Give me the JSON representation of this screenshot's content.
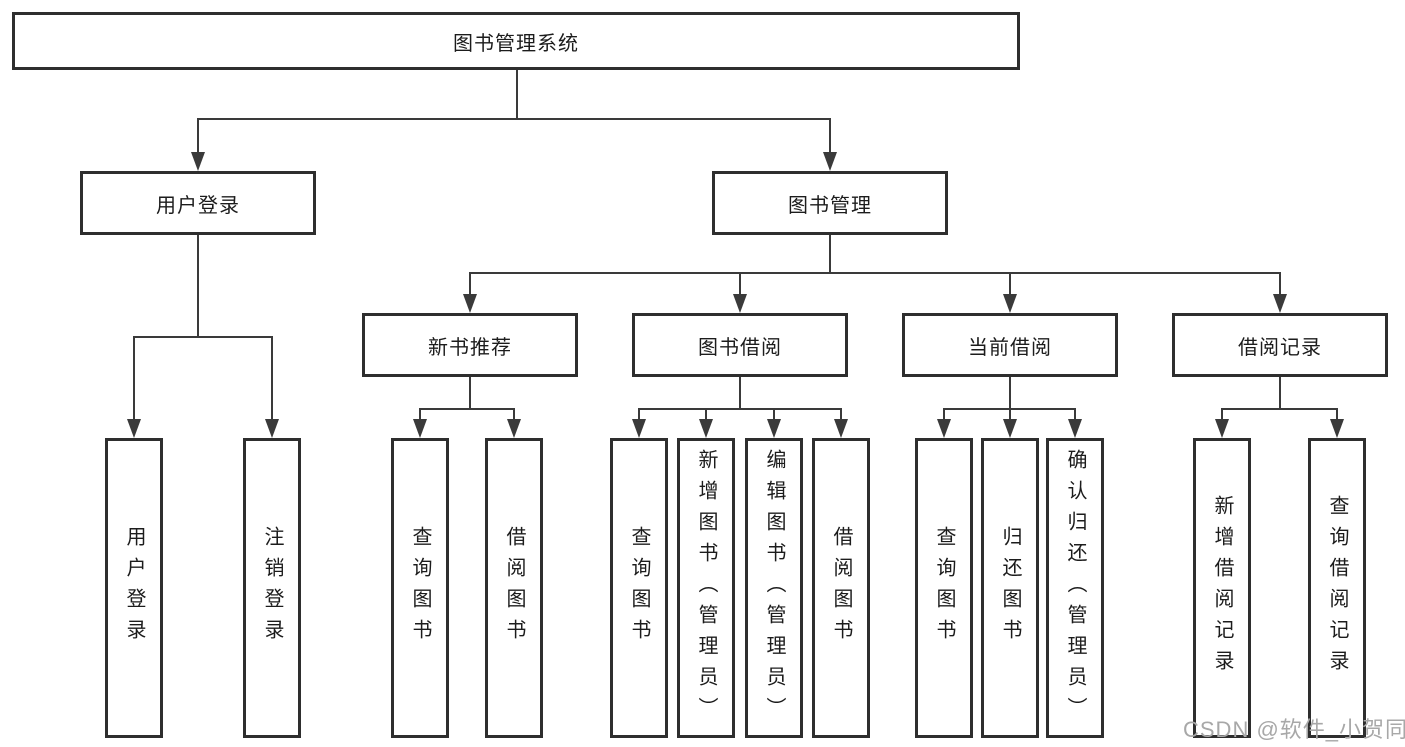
{
  "colors": {
    "line": "#3a3a3a",
    "box_border": "#2e2e2e",
    "text": "#1c1c1c",
    "watermark": "#a8a8a8",
    "background": "#ffffff"
  },
  "watermark": {
    "text": "CSDN @软件_小贺同学"
  },
  "tree": {
    "label": "图书管理系统",
    "children": [
      {
        "label": "用户登录",
        "children": [
          {
            "label": "用户登录"
          },
          {
            "label": "注销登录"
          }
        ]
      },
      {
        "label": "图书管理",
        "children": [
          {
            "label": "新书推荐",
            "children": [
              {
                "label": "查询图书"
              },
              {
                "label": "借阅图书"
              }
            ]
          },
          {
            "label": "图书借阅",
            "children": [
              {
                "label": "查询图书"
              },
              {
                "label": "新增图书（管理员）"
              },
              {
                "label": "编辑图书（管理员）"
              },
              {
                "label": "借阅图书"
              }
            ]
          },
          {
            "label": "当前借阅",
            "children": [
              {
                "label": "查询图书"
              },
              {
                "label": "归还图书"
              },
              {
                "label": "确认归还（管理员）"
              }
            ]
          },
          {
            "label": "借阅记录",
            "children": [
              {
                "label": "新增借阅记录"
              },
              {
                "label": "查询借阅记录"
              }
            ]
          }
        ]
      }
    ]
  }
}
